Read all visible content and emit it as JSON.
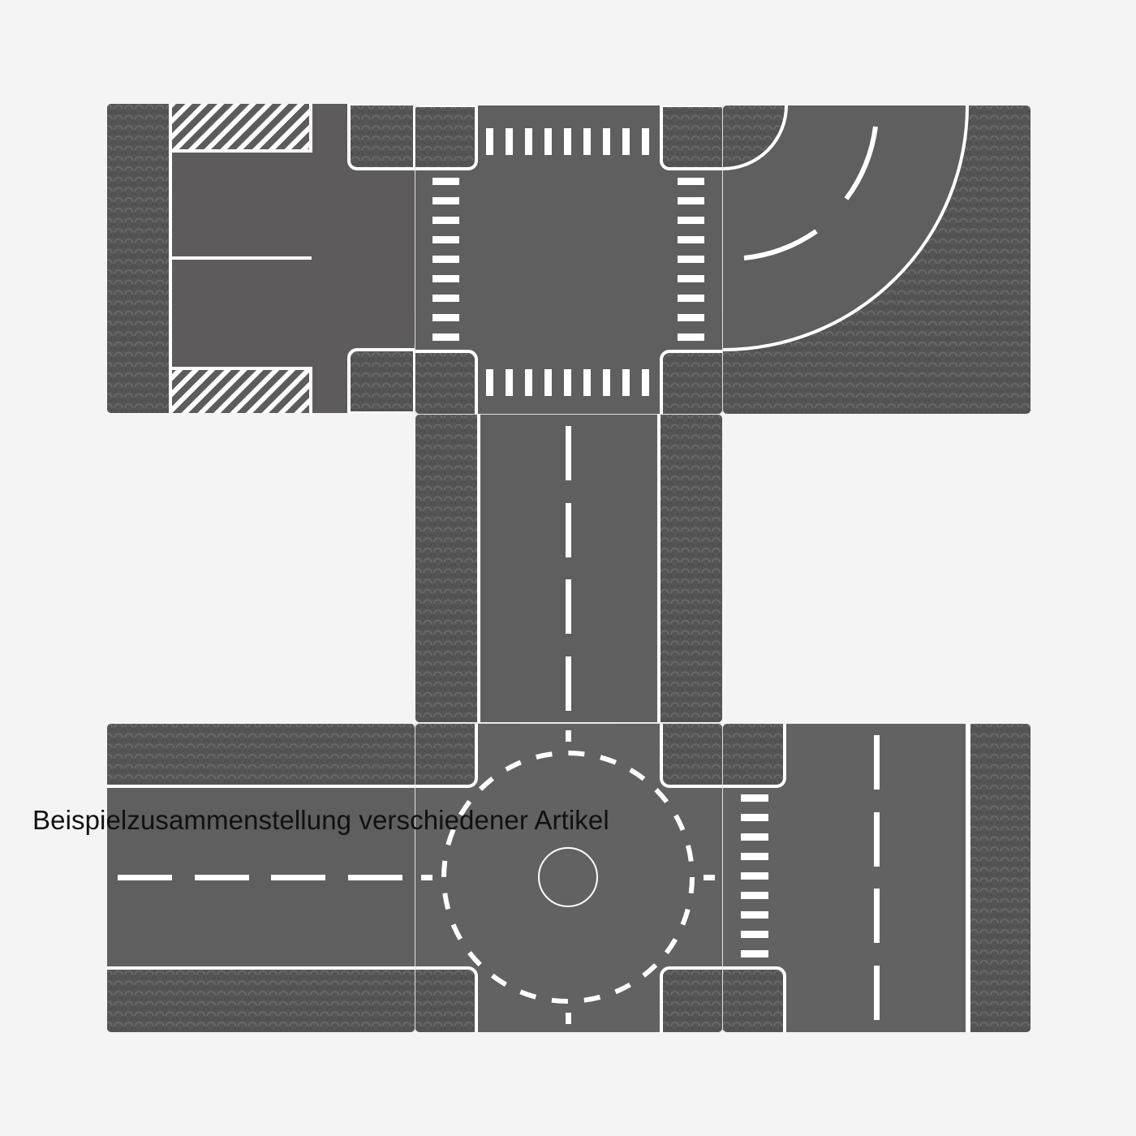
{
  "caption": "Beispielzusammenstellung verschiedener Artikel",
  "colors": {
    "background": "#f4f4f4",
    "asphalt": "#5f5f5f",
    "sidewalk": "#555555",
    "sidewalk_stud": "#6a6a6a",
    "marking": "#ffffff",
    "caption_text": "#111111"
  },
  "tiles": [
    {
      "id": "parking",
      "name": "Parking lot plate",
      "col": 0,
      "row": 0
    },
    {
      "id": "crossroad",
      "name": "Crossroad plate with crosswalks",
      "col": 1,
      "row": 0
    },
    {
      "id": "curve",
      "name": "Curved road plate",
      "col": 2,
      "row": 0
    },
    {
      "id": "straight-vertical",
      "name": "Straight road plate",
      "col": 1,
      "row": 1
    },
    {
      "id": "straight-horizontal",
      "name": "Straight road plate",
      "col": 0,
      "row": 2
    },
    {
      "id": "roundabout",
      "name": "Roundabout plate",
      "col": 1,
      "row": 2
    },
    {
      "id": "t-junction",
      "name": "T-junction plate with crosswalk",
      "col": 2,
      "row": 2
    }
  ]
}
